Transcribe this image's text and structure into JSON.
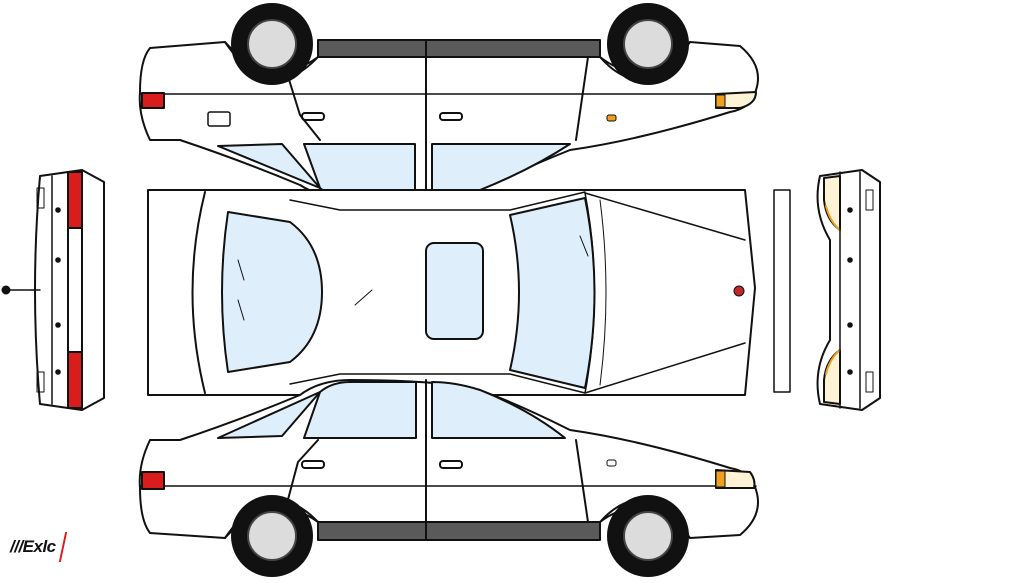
{
  "logo": {
    "text": "///Exlc"
  },
  "colors": {
    "outline": "#111111",
    "body": "#ffffff",
    "glass": "#deeefa",
    "tail_light": "#d91c1c",
    "indicator": "#f0a020",
    "rocker": "#5a5a5a",
    "wheel_inner": "#dcdcdc",
    "emblem": "#c0282c",
    "logo_accent": "#d81e1e"
  },
  "views": [
    "side-view-top",
    "top-view",
    "side-view-bottom",
    "rear-view",
    "front-view"
  ]
}
